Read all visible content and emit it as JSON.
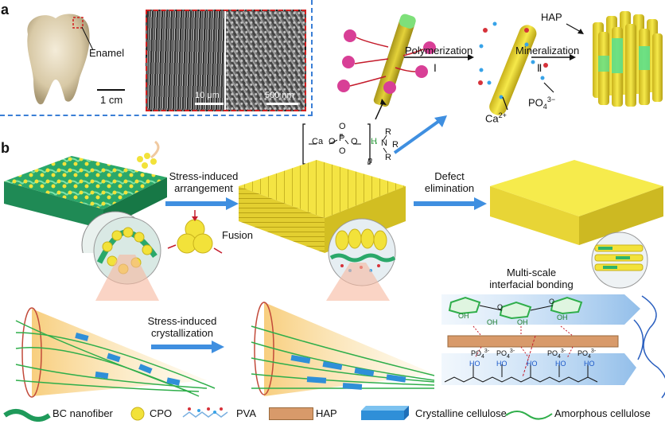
{
  "panels": {
    "a": "a",
    "b": "b"
  },
  "panel_a": {
    "enamel_label": "Enamel",
    "tooth_scale": "1 cm",
    "sem_scale_left": "10 μm",
    "sem_scale_right": "500 nm",
    "hap_label": "HAP",
    "polymerization_label": "Polymerization",
    "step_one": "Ⅰ",
    "mineralization_label": "Mineralization",
    "step_two": "Ⅱ",
    "phosphate_label": "PO",
    "phosphate_sub": "4",
    "phosphate_sup": "3−",
    "calcium_label": "Ca",
    "calcium_sup": "2+"
  },
  "panel_b": {
    "stress_arrangement": [
      "Stress-induced",
      "arrangement"
    ],
    "fusion_label": "Fusion",
    "defect_elimination": [
      "Defect",
      "elimination"
    ],
    "stress_crystallization": [
      "Stress-induced",
      "crystallization"
    ],
    "interfacial_bonding": [
      "Multi-scale",
      "interfacial bonding"
    ],
    "chem": {
      "ca": "Ca",
      "o": "O",
      "p": "P",
      "h": "H",
      "n": "N",
      "r": "R",
      "n_sub": "n"
    },
    "bond_labels": {
      "oh": "OH",
      "o": "O",
      "ho": "HO",
      "po4": "PO",
      "po4_sup": "3-"
    }
  },
  "legend": {
    "bc_nanofiber": "BC nanofiber",
    "cpo": "CPO",
    "pva": "PVA",
    "hap": "HAP",
    "crystalline": "Crystalline cellulose",
    "amorphous": "Amorphous cellulose"
  },
  "colors": {
    "dashed_border": "#3b7fd6",
    "sem_border": "#d21f1f",
    "yellow": "#f2e23a",
    "green": "#2fb36a",
    "blue_arrow": "#3f8fe0",
    "hap_bar": "#d89a6a",
    "crystalline": "#2f8fd8",
    "cpo_magenta": "#d83f96"
  }
}
